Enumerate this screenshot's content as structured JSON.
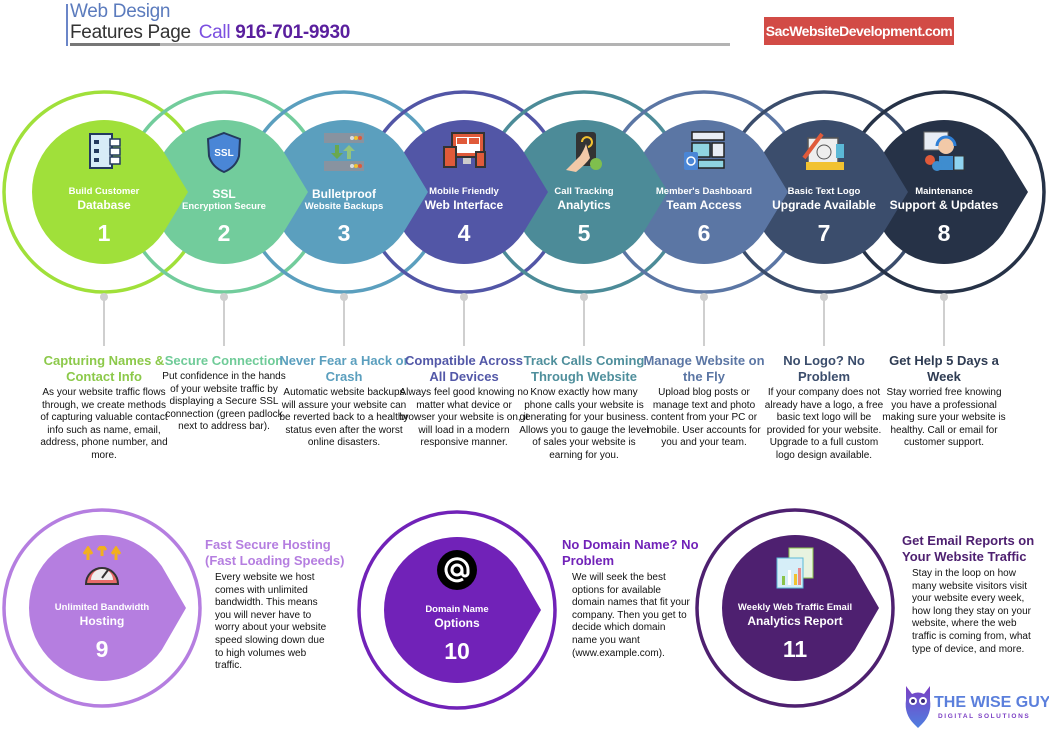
{
  "header": {
    "title_line1": "Web Design",
    "title_line2": "Features Page",
    "call_label": "Call",
    "phone": "916-701-9930",
    "site_badge": "SacWebsiteDevelopment.com"
  },
  "top_features": [
    {
      "number": "1",
      "label_small": "Build Customer",
      "label_big": "Database",
      "icon": "database-form-icon",
      "color": "#a0e03a",
      "heading_color": "#8cc94a",
      "heading": "Capturing Names & Contact Info",
      "body": "As your website traffic flows through, we create methods of capturing valuable contact info such as name, email, address, phone number, and more."
    },
    {
      "number": "2",
      "label_small": "SSL",
      "label_big": "Encryption Secure",
      "small_first_big": true,
      "icon": "ssl-shield-icon",
      "color": "#72cc9c",
      "heading_color": "#6fcb98",
      "heading": "Secure Connection",
      "body": "Put confidence in the hands of your website traffic by displaying a Secure SSL connection (green padlock next to address bar)."
    },
    {
      "number": "3",
      "label_small": "Bulletproof",
      "label_big": "Website Backups",
      "small_first_big": true,
      "icon": "server-backup-icon",
      "color": "#5b9fbe",
      "heading_color": "#5b9fbe",
      "heading": "Never Fear a Hack or Crash",
      "body": "Automatic website backups will assure your website can be reverted back to a healthy status even after the worst online disasters."
    },
    {
      "number": "4",
      "label_small": "Mobile Friendly",
      "label_big": "Web Interface",
      "icon": "responsive-devices-icon",
      "color": "#5256a6",
      "heading_color": "#5358a8",
      "heading": "Compatible Across All Devices",
      "body": "Always feel good knowing no matter what device or browser your website is on, it will load in a modern responsive manner."
    },
    {
      "number": "5",
      "label_small": "Call Tracking",
      "label_big": "Analytics",
      "icon": "phone-tap-icon",
      "color": "#4c8b98",
      "heading_color": "#4f8f9c",
      "heading": "Track Calls Coming Through Website",
      "body": "Know exactly how many phone calls your website is generating for your business. Allows you to gauge the level of sales your website is earning for you."
    },
    {
      "number": "6",
      "label_small": "Member's Dashboard",
      "label_big": "Team Access",
      "icon": "dashboard-wordpress-icon",
      "color": "#5b76a4",
      "heading_color": "#5b76a4",
      "heading": "Manage Website on the Fly",
      "body": "Upload blog posts or manage text and photo content from your PC or mobile. User accounts for you and your team."
    },
    {
      "number": "7",
      "label_small": "Basic Text Logo",
      "label_big": "Upgrade Available",
      "icon": "logo-design-icon",
      "color": "#3b4d6c",
      "heading_color": "#3b4d6c",
      "heading": "No Logo? No Problem",
      "body": "If your company does not already have a logo, a free basic text logo will be provided for your website. Upgrade to a full custom logo design available."
    },
    {
      "number": "8",
      "label_small": "Maintenance",
      "label_big": "Support & Updates",
      "icon": "support-agent-icon",
      "color": "#263247",
      "heading_color": "#2e3b52",
      "heading": "Get Help 5 Days a Week",
      "body": "Stay worried free knowing you have a professional making sure your website is healthy. Call or email for customer support."
    }
  ],
  "bottom_features": [
    {
      "number": "9",
      "label_small": "Unlimited Bandwidth",
      "label_big": "Hosting",
      "icon": "speedometer-icon",
      "color": "#b57ee0",
      "heading_color": "#b57ee0",
      "heading": "Fast Secure Hosting (Fast Loading Speeds)",
      "body": "Every website we host comes with unlimited bandwidth. This means you will never have to worry about your website speed slowing down due to high volumes web traffic."
    },
    {
      "number": "10",
      "label_small": "Domain Name",
      "label_big": "Options",
      "icon": "at-sign-icon",
      "color": "#7122b8",
      "heading_color": "#7122b8",
      "heading": "No Domain Name? No Problem",
      "body": "We will seek the best options for available domain names that fit your company. Then you get to decide which domain name you want (www.example.com)."
    },
    {
      "number": "11",
      "label_small": "Weekly Web Traffic Email",
      "label_big": "Analytics Report",
      "icon": "analytics-report-icon",
      "color": "#4e2070",
      "heading_color": "#4e2070",
      "heading": "Get Email Reports on Your Website Traffic",
      "body": "Stay in the loop on how many website visitors visit your website every week, how long they stay on your website, where the web traffic is coming from, what type of device, and more."
    }
  ],
  "logo": {
    "name": "THE WISE GUY",
    "tagline": "DIGITAL SOLUTIONS"
  }
}
